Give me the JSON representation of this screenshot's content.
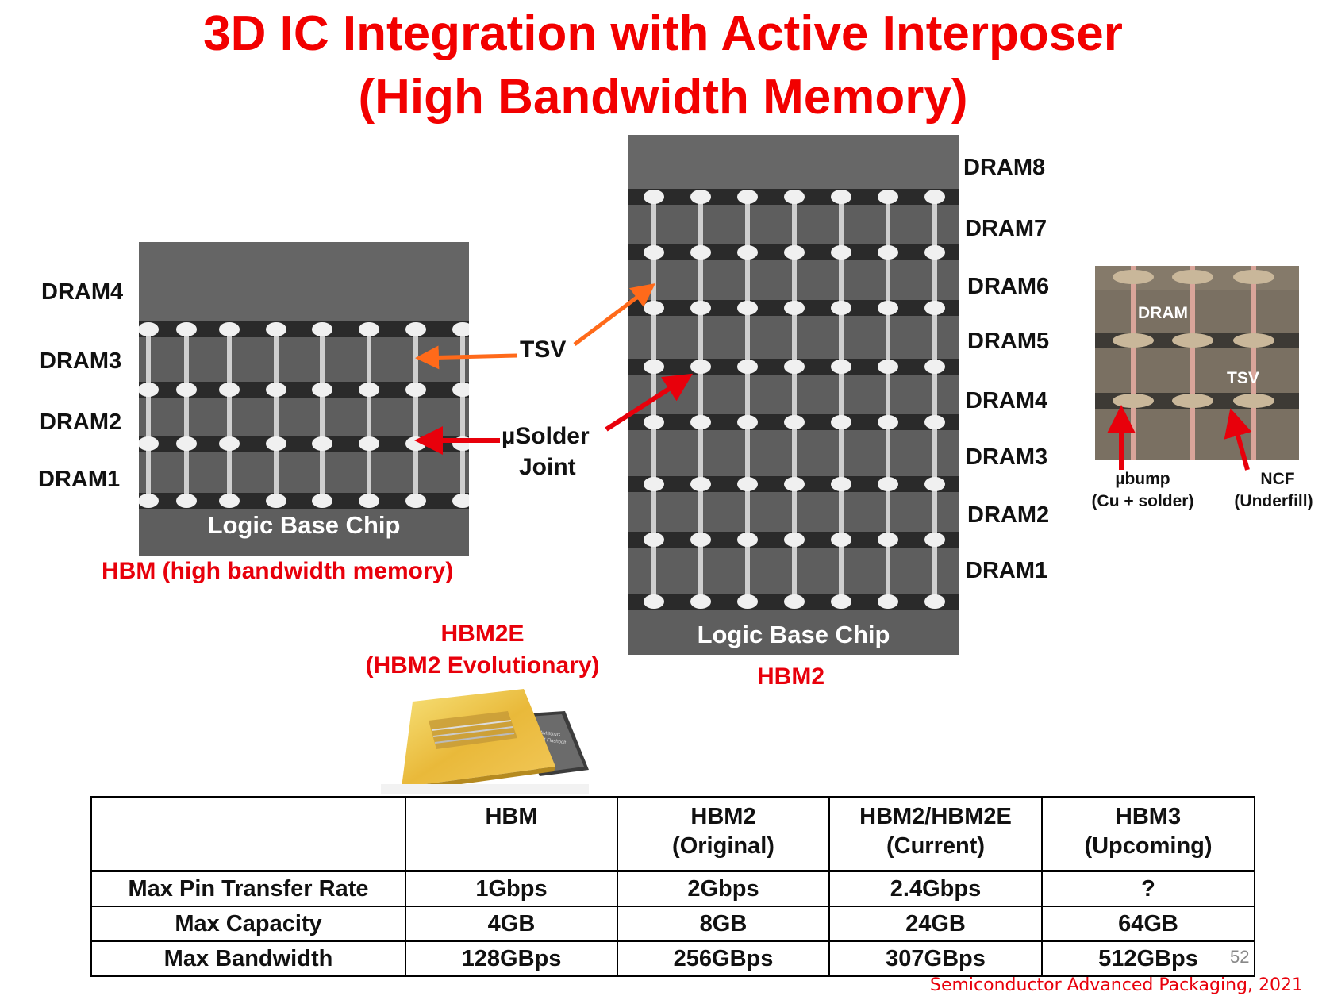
{
  "title": {
    "line1": "3D IC Integration with Active Interposer",
    "line2": "(High Bandwidth Memory)"
  },
  "hbm": {
    "dram_labels": [
      "DRAM4",
      "DRAM3",
      "DRAM2",
      "DRAM1"
    ],
    "base_label": "Logic Base Chip",
    "caption": "HBM (high bandwidth memory)"
  },
  "hbm2": {
    "dram_labels": [
      "DRAM8",
      "DRAM7",
      "DRAM6",
      "DRAM5",
      "DRAM4",
      "DRAM3",
      "DRAM2",
      "DRAM1"
    ],
    "base_label": "Logic Base Chip",
    "caption": "HBM2"
  },
  "annotations": {
    "tsv": "TSV",
    "solder_line1": "µSolder",
    "solder_line2": "Joint"
  },
  "micrograph": {
    "dram_label": "DRAM",
    "tsv_label": "TSV",
    "ubump_line1": "µbump",
    "ubump_line2": "(Cu + solder)",
    "ncf_line1": "NCF",
    "ncf_line2": "(Underfill)"
  },
  "hbm2e": {
    "line1": "HBM2E",
    "line2": "(HBM2 Evolutionary)",
    "chip_text1": "SAMSUNG",
    "chip_text2": "HBM Flashbolt"
  },
  "table": {
    "headers": [
      {
        "line1": "",
        "line2": ""
      },
      {
        "line1": "HBM",
        "line2": ""
      },
      {
        "line1": "HBM2",
        "line2": "(Original)"
      },
      {
        "line1": "HBM2/HBM2E",
        "line2": "(Current)"
      },
      {
        "line1": "HBM3",
        "line2": "(Upcoming)"
      }
    ],
    "rows": [
      [
        "Max Pin Transfer Rate",
        "1Gbps",
        "2Gbps",
        "2.4Gbps",
        "?"
      ],
      [
        "Max Capacity",
        "4GB",
        "8GB",
        "24GB",
        "64GB"
      ],
      [
        "Max Bandwidth",
        "128GBps",
        "256GBps",
        "307GBps",
        "512GBps"
      ]
    ]
  },
  "page_number": "52",
  "source": "Semiconductor Advanced Packaging, 2021",
  "colors": {
    "title": "#f20000",
    "caption": "#e8000b",
    "arrow_orange": "#ff6a1a",
    "arrow_red": "#e8000b"
  }
}
